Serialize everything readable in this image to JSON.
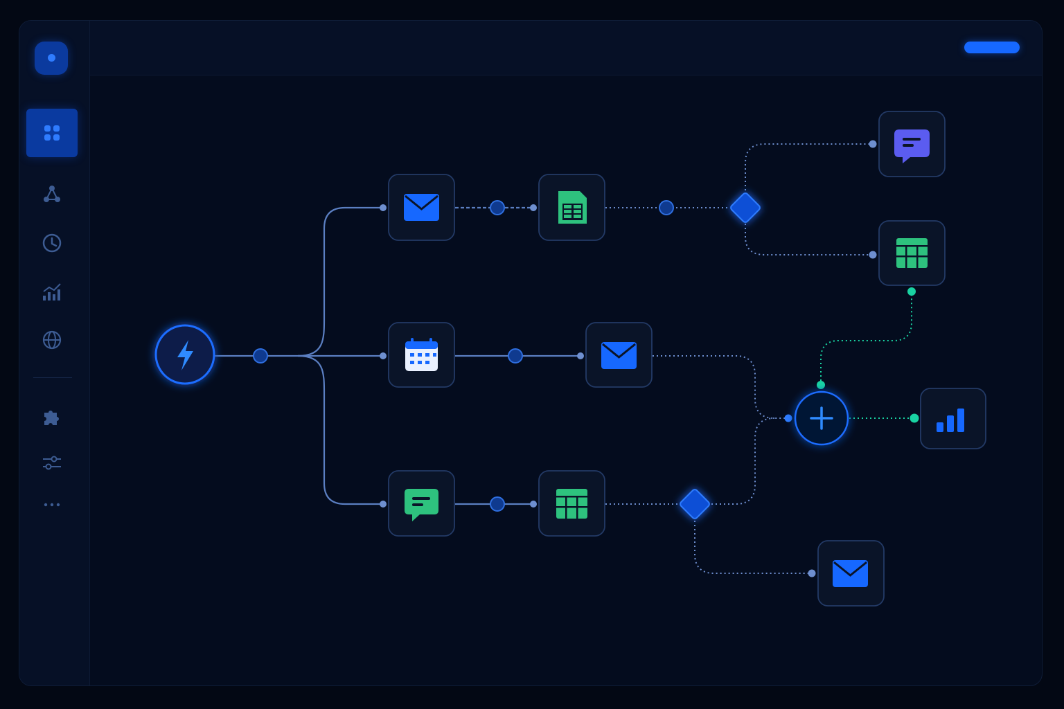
{
  "colors": {
    "background": "#030814",
    "panel": "#040c1e",
    "sidebar": "#061026",
    "accent_blue": "#1668ff",
    "accent_green": "#2ec27e",
    "accent_teal": "#19d3a2",
    "accent_violet": "#5b5cf0",
    "edge": "#5b7fc2"
  },
  "sidebar": {
    "items": [
      {
        "icon": "grid-icon",
        "active": true
      },
      {
        "icon": "nodes-icon",
        "active": false
      },
      {
        "icon": "clock-icon",
        "active": false
      },
      {
        "icon": "analytics-icon",
        "active": false
      },
      {
        "icon": "globe-icon",
        "active": false
      },
      {
        "icon": "puzzle-icon",
        "active": false
      },
      {
        "icon": "sliders-icon",
        "active": false
      },
      {
        "icon": "more-icon",
        "active": false
      }
    ]
  },
  "workflow": {
    "nodes": [
      {
        "id": "trigger",
        "icon": "lightning-icon",
        "kind": "trigger"
      },
      {
        "id": "email-1",
        "icon": "mail-icon",
        "kind": "action"
      },
      {
        "id": "calendar-1",
        "icon": "calendar-icon",
        "kind": "action"
      },
      {
        "id": "message-1",
        "icon": "chat-icon",
        "kind": "action"
      },
      {
        "id": "sheet-1",
        "icon": "spreadsheet-icon",
        "kind": "action"
      },
      {
        "id": "email-2",
        "icon": "mail-icon",
        "kind": "action"
      },
      {
        "id": "table-1",
        "icon": "table-icon",
        "kind": "action"
      },
      {
        "id": "branch-1",
        "icon": "diamond-icon",
        "kind": "condition"
      },
      {
        "id": "branch-2",
        "icon": "diamond-icon",
        "kind": "condition"
      },
      {
        "id": "message-2",
        "icon": "chat-icon",
        "kind": "action"
      },
      {
        "id": "table-2",
        "icon": "table-icon",
        "kind": "action"
      },
      {
        "id": "merge",
        "icon": "plus-icon",
        "kind": "merge"
      },
      {
        "id": "chart-1",
        "icon": "bar-chart-icon",
        "kind": "action"
      },
      {
        "id": "email-3",
        "icon": "mail-icon",
        "kind": "action"
      }
    ]
  }
}
